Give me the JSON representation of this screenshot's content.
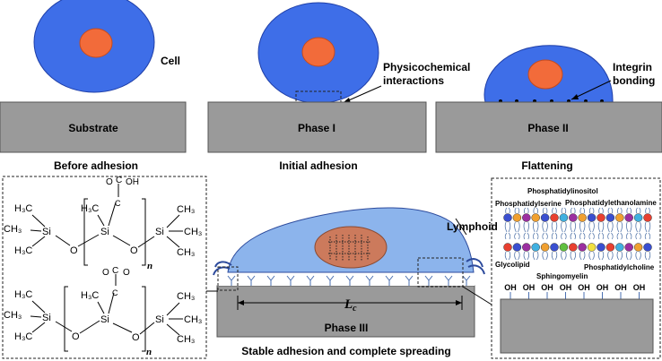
{
  "stages": {
    "before": {
      "cell_label": "Cell",
      "substrate_label": "Substrate",
      "caption": "Before adhesion"
    },
    "initial": {
      "annotation_line1": "Physicochemical",
      "annotation_line2": "interactions",
      "substrate_label": "Phase I",
      "caption": "Initial adhesion"
    },
    "flattening": {
      "annotation_line1": "Integrin",
      "annotation_line2": "bonding",
      "substrate_label": "Phase II",
      "caption": "Flattening"
    },
    "spreading": {
      "lymphoid_label": "Lymphoid",
      "lc_label": "L",
      "lc_subscript": "c",
      "substrate_label": "Phase III",
      "caption": "Stable adhesion and complete spreading"
    }
  },
  "chemistry": {
    "si": "Si",
    "o": "O",
    "c": "C",
    "h3c": "H₃C",
    "ch3": "CH₃",
    "oh": "OH",
    "n": "n"
  },
  "membrane": {
    "labels": {
      "phosphatidylinositol": "Phosphatidylinositol",
      "phosphatidylserine": "Phosphatidylserine",
      "phosphatidylethanolamine": "Phosphatidylethanolamine",
      "glycolipid": "Glycolipid",
      "sphingomyelin": "Sphingomyelin",
      "phosphatidylcholine": "Phosphatidylcholine"
    },
    "surface_groups": [
      "OH",
      "OH",
      "OH",
      "OH",
      "OH",
      "OH",
      "OH",
      "OH"
    ]
  },
  "colors": {
    "cell": "#3e6ee8",
    "nucleus": "#f26b3a",
    "substrate": "#9a9a9a",
    "spread_cell": "#8cb4ec",
    "spread_nucleus": "#cc7a5c"
  }
}
